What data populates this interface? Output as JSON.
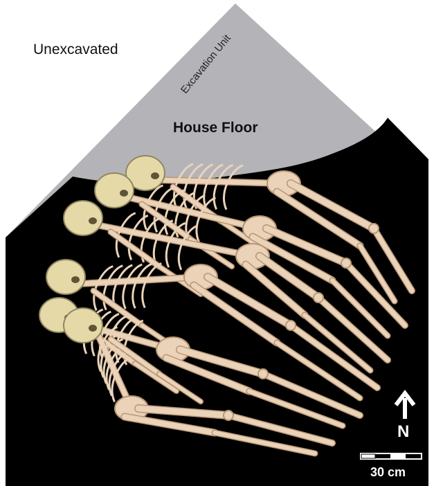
{
  "labels": {
    "unexcavated": "Unexcavated",
    "excavation_unit": "Excavation Unit",
    "house_floor": "House Floor"
  },
  "north": {
    "letter": "N"
  },
  "scale": {
    "label": "30 cm"
  },
  "colors": {
    "background": "#ffffff",
    "excavation_unit": "#b4b4b8",
    "burial_pit": "#000000",
    "bone": "#ead3b8",
    "bone_shadow": "#b89675",
    "skull": "#e6d9a8"
  }
}
